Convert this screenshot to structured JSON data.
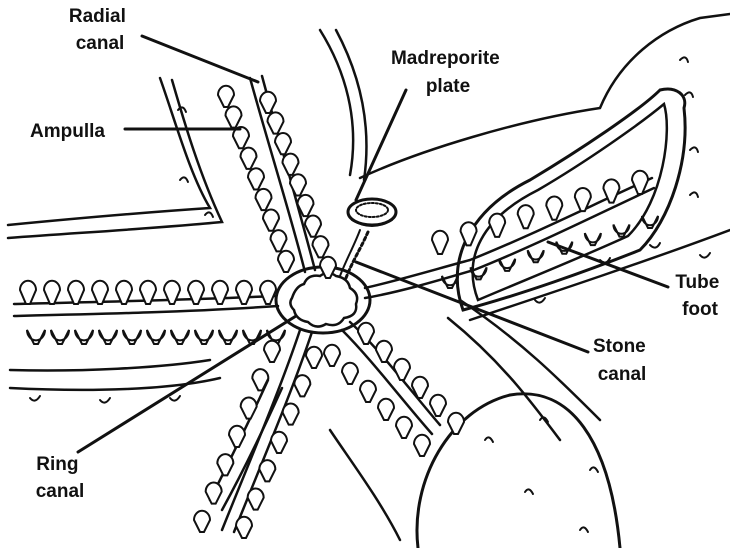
{
  "labels": {
    "radial_canal": [
      "Radial",
      "canal"
    ],
    "ampulla": [
      "Ampulla"
    ],
    "madreporite_plate": [
      "Madreporite",
      "plate"
    ],
    "tube_foot": [
      "Tube",
      "foot"
    ],
    "stone_canal": [
      "Stone",
      "canal"
    ],
    "ring_canal": [
      "Ring",
      "canal"
    ]
  },
  "colors": {
    "ink": "#111111",
    "background": "#ffffff"
  }
}
